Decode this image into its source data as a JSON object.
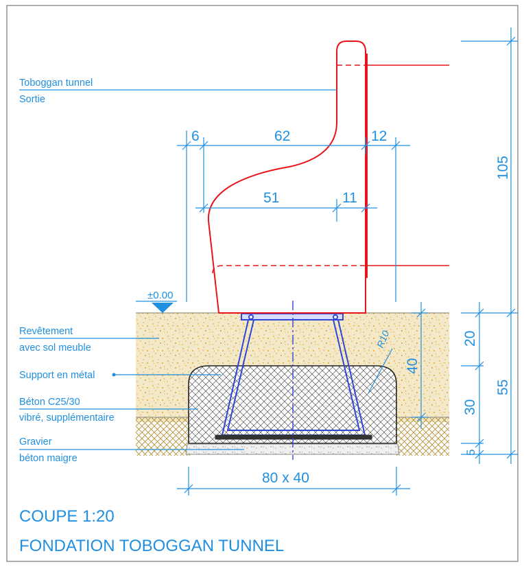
{
  "colors": {
    "annotation": "#1f8fe0",
    "slide": "#e8141c",
    "support": "#2f46d6",
    "soil": "#f3e8c7",
    "soil_speckle": "#e8a317",
    "concrete_hatch": "#555555",
    "gravel_hatch": "#b08a2a"
  },
  "labels": {
    "toboggan_line1": "Toboggan tunnel",
    "toboggan_line2": "Sortie",
    "revetement_line1": "Revêtement",
    "revetement_line2": "avec sol meuble",
    "support": "Support en métal",
    "beton_line1": "Béton C25/30",
    "beton_line2": "vibré, supplémentaire",
    "gravier_line1": "Gravier",
    "gravier_line2": "béton maigre"
  },
  "level_marker": "±0.00",
  "dimensions": {
    "d6": "6",
    "d62": "62",
    "d12": "12",
    "d51": "51",
    "d11": "11",
    "d105": "105",
    "d20": "20",
    "d40": "40",
    "d30": "30",
    "d5": "5",
    "d55": "55",
    "radius": "R10",
    "base": "80 x 40"
  },
  "title": {
    "line1": "COUPE   1:20",
    "line2": "FONDATION  TOBOGGAN TUNNEL"
  }
}
